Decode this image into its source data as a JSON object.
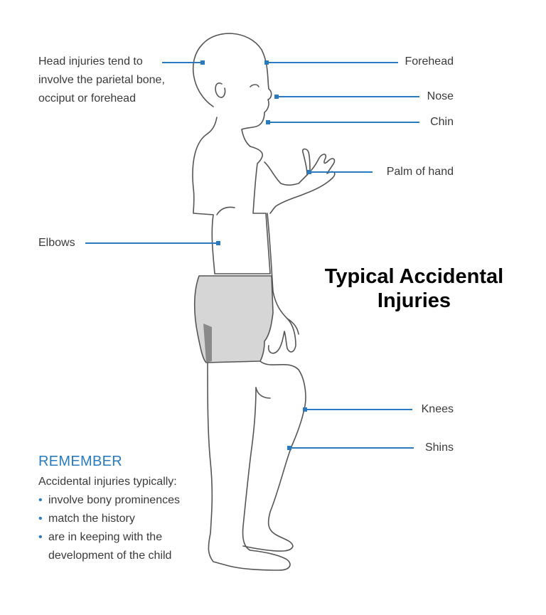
{
  "colors": {
    "accent": "#2a7bbd",
    "outline": "#555555",
    "shorts": "#d6d6d6",
    "shorts_dark": "#8a8a8a"
  },
  "title": {
    "line1": "Typical Accidental",
    "line2": "Injuries"
  },
  "labels": {
    "head": [
      "Head injuries tend to",
      "involve the parietal bone,",
      "occiput or forehead"
    ],
    "forehead": "Forehead",
    "nose": "Nose",
    "chin": "Chin",
    "palm": "Palm of hand",
    "elbows": "Elbows",
    "knees": "Knees",
    "shins": "Shins"
  },
  "remember": {
    "heading": "REMEMBER",
    "intro": "Accidental injuries typically:",
    "items": [
      [
        "involve bony prominences"
      ],
      [
        "match the history"
      ],
      [
        "are in keeping with the",
        "development of the child"
      ]
    ]
  }
}
